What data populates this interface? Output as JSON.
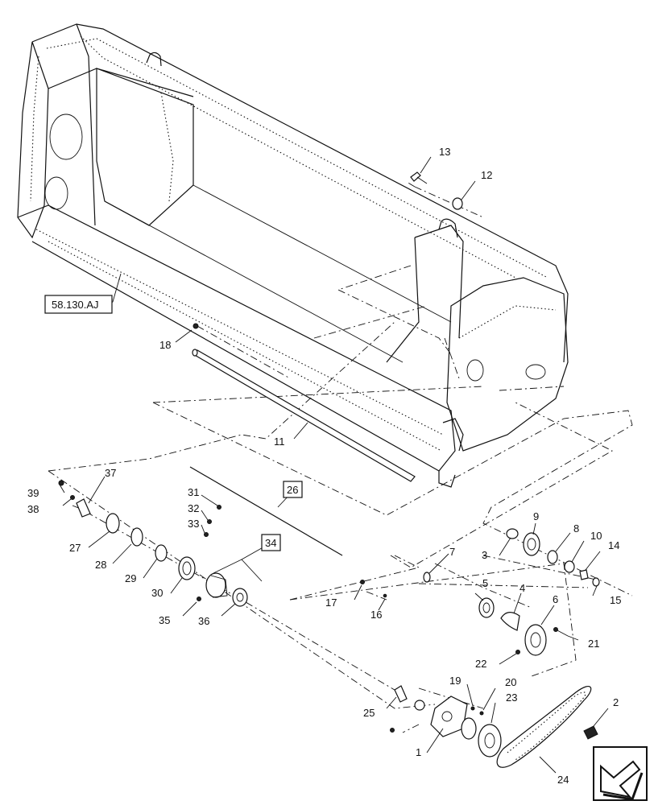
{
  "callouts": [
    {
      "id": "c1",
      "text": "1"
    },
    {
      "id": "c2",
      "text": "2"
    },
    {
      "id": "c3",
      "text": "3"
    },
    {
      "id": "c4",
      "text": "4"
    },
    {
      "id": "c5",
      "text": "5"
    },
    {
      "id": "c6",
      "text": "6"
    },
    {
      "id": "c7",
      "text": "7"
    },
    {
      "id": "c8",
      "text": "8"
    },
    {
      "id": "c9",
      "text": "9"
    },
    {
      "id": "c10",
      "text": "10"
    },
    {
      "id": "c11",
      "text": "11"
    },
    {
      "id": "c12",
      "text": "12"
    },
    {
      "id": "c13",
      "text": "13"
    },
    {
      "id": "c14",
      "text": "14"
    },
    {
      "id": "c15",
      "text": "15"
    },
    {
      "id": "c16",
      "text": "16"
    },
    {
      "id": "c17",
      "text": "17"
    },
    {
      "id": "c18",
      "text": "18"
    },
    {
      "id": "c19",
      "text": "19"
    },
    {
      "id": "c20",
      "text": "20"
    },
    {
      "id": "c21",
      "text": "21"
    },
    {
      "id": "c22",
      "text": "22"
    },
    {
      "id": "c23",
      "text": "23"
    },
    {
      "id": "c24",
      "text": "24"
    },
    {
      "id": "c25",
      "text": "25"
    },
    {
      "id": "c27",
      "text": "27"
    },
    {
      "id": "c28",
      "text": "28"
    },
    {
      "id": "c29",
      "text": "29"
    },
    {
      "id": "c30",
      "text": "30"
    },
    {
      "id": "c31",
      "text": "31"
    },
    {
      "id": "c32",
      "text": "32"
    },
    {
      "id": "c33",
      "text": "33"
    },
    {
      "id": "c35",
      "text": "35"
    },
    {
      "id": "c36",
      "text": "36"
    },
    {
      "id": "c37",
      "text": "37"
    },
    {
      "id": "c38",
      "text": "38"
    },
    {
      "id": "c39",
      "text": "39"
    }
  ],
  "boxed": [
    {
      "id": "b26",
      "text": "26"
    },
    {
      "id": "b34",
      "text": "34"
    }
  ],
  "reference": {
    "text": "58.130.AJ"
  },
  "orientation_icon": "forward-arrow-icon"
}
